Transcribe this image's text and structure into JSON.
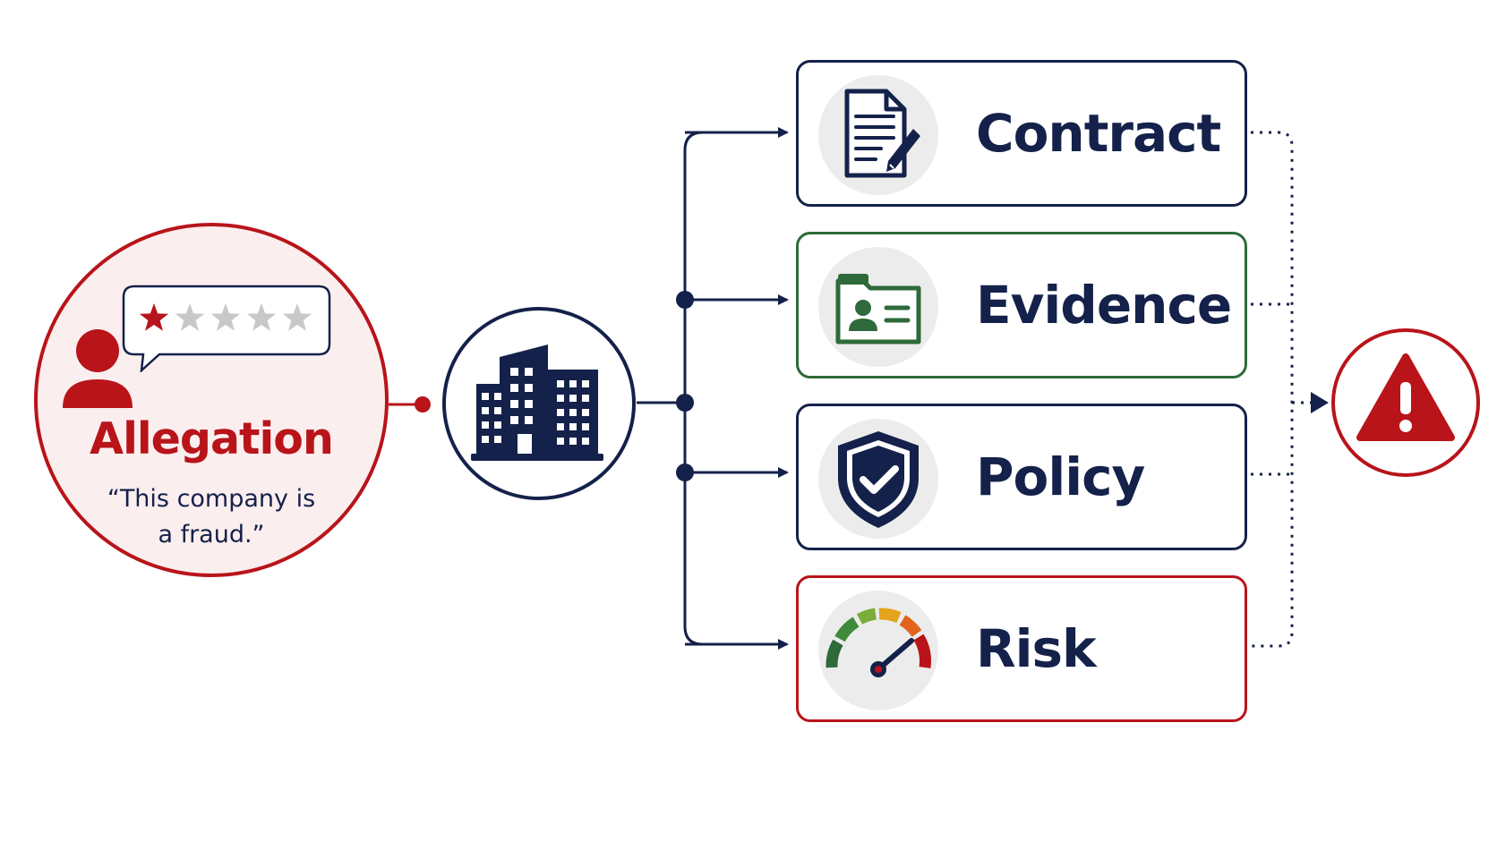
{
  "allegation": {
    "title": "Allegation",
    "quote_lines": [
      "“This company is",
      "a fraud.”"
    ],
    "rating": {
      "filled": 1,
      "total": 5
    }
  },
  "categories": [
    {
      "label": "Contract",
      "icon": "contract-document-pen-icon",
      "border_color": "#14214a"
    },
    {
      "label": "Evidence",
      "icon": "evidence-id-folder-icon",
      "border_color": "#2e6a3a"
    },
    {
      "label": "Policy",
      "icon": "policy-shield-check-icon",
      "border_color": "#14214a"
    },
    {
      "label": "Risk",
      "icon": "risk-gauge-icon",
      "border_color": "#b8141a"
    }
  ],
  "colors": {
    "navy": "#14214a",
    "red": "#b8141a",
    "green": "#2e6a3a",
    "pink_fill": "#fbeeee",
    "icon_bg": "#ececec",
    "star_empty": "#c8c8c8"
  },
  "icons": {
    "person": "person-icon",
    "speech_bubble": "speech-bubble-icon",
    "company": "building-icon",
    "warning": "warning-triangle-icon"
  }
}
